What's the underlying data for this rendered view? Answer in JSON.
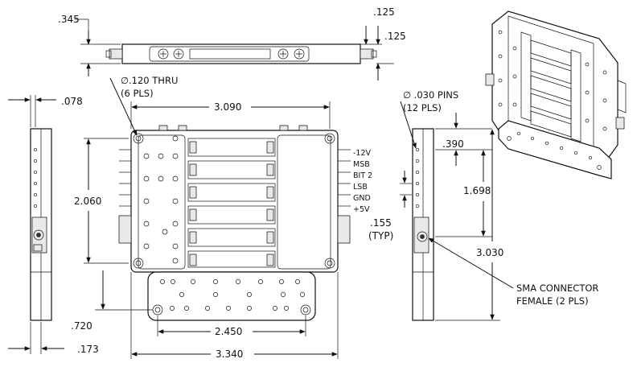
{
  "top_view": {
    "dims": {
      "thickness": ".345",
      "top_offset": ".125",
      "pin_offset": ".125"
    }
  },
  "front_view": {
    "notes": {
      "thru_holes_line1": "∅.120 THRU",
      "thru_holes_line2": "(6 PLS)"
    },
    "dims": {
      "width": "3.090",
      "height": "2.060",
      "flange_offset": ".720",
      "flange_width": "2.450",
      "overall_width": "3.340"
    },
    "pin_labels": [
      "-12V",
      "MSB",
      "BIT 2",
      "LSB",
      "GND",
      "+5V"
    ]
  },
  "left_side_view": {
    "dims": {
      "width": ".078",
      "bottom": ".173"
    }
  },
  "right_side_view": {
    "notes": {
      "pins_line1": "∅ .030 PINS",
      "pins_line2": "(12 PLS)",
      "connector_line1": "SMA CONNECTOR",
      "connector_line2": "FEMALE (2 PLS)"
    },
    "dims": {
      "pin_top": ".390",
      "pin_span": "1.698",
      "pitch": ".155",
      "pitch_note": "(TYP)",
      "overall_height": "3.030"
    }
  },
  "colors": {
    "line": "#111111",
    "background": "#ffffff",
    "shade": "#e9e9e9"
  }
}
